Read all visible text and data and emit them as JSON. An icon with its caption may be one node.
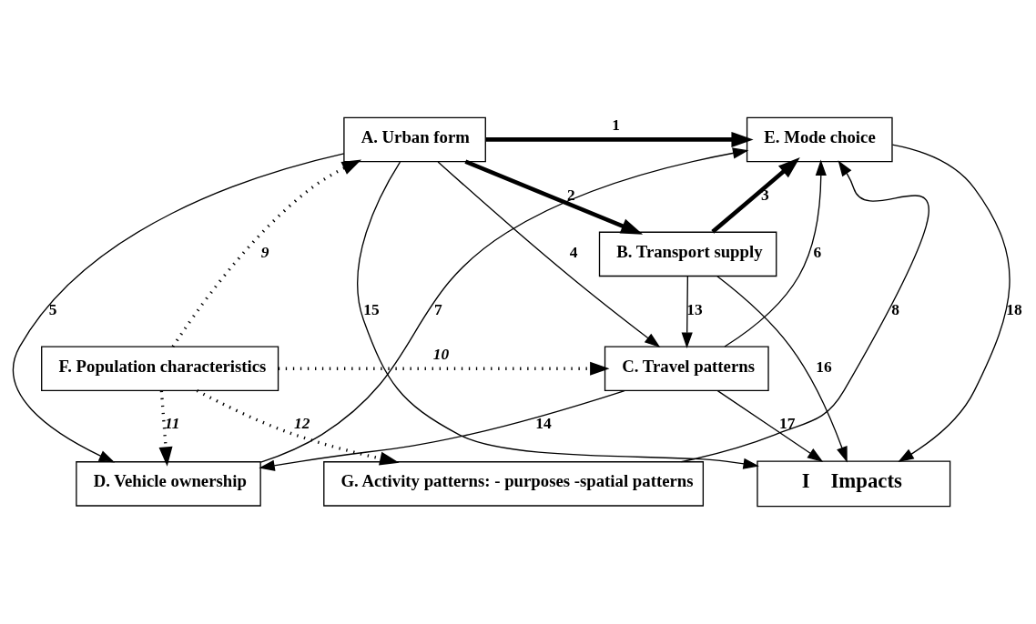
{
  "diagram": {
    "nodes": [
      {
        "text": [
          "A. Urban form"
        ]
      },
      {
        "text": [
          "E. Mode choice"
        ]
      },
      {
        "text": [
          "B. Transport supply"
        ]
      },
      {
        "text": [
          "C. Travel patterns"
        ]
      },
      {
        "text": [
          "F. Population characteristics"
        ]
      },
      {
        "text": [
          "D. Vehicle ownership"
        ]
      },
      {
        "text": [
          "G. Activity patterns: - purposes -spatial patterns"
        ]
      },
      {
        "text": [
          "I    Impacts"
        ]
      }
    ],
    "edges": [
      {
        "from": 0,
        "to": 1,
        "arrow": "to",
        "label": "1",
        "style": "thick"
      },
      {
        "from": 0,
        "to": 2,
        "arrow": "to",
        "label": "2",
        "style": "thick"
      },
      {
        "from": 2,
        "to": 1,
        "arrow": "to",
        "label": "3",
        "style": "thick"
      },
      {
        "from": 0,
        "to": 3,
        "arrow": "to",
        "label": "4"
      },
      {
        "from": 0,
        "to": 5,
        "arrow": "to",
        "label": "5"
      },
      {
        "from": 3,
        "to": 1,
        "arrow": "to",
        "label": "6"
      },
      {
        "from": 5,
        "to": 1,
        "arrow": "to",
        "label": "7"
      },
      {
        "from": 6,
        "to": 1,
        "arrow": "to",
        "label": "8"
      },
      {
        "from": 4,
        "to": 0,
        "arrow": "to",
        "label": "9",
        "style": "dashed"
      },
      {
        "from": 4,
        "to": 3,
        "arrow": "to",
        "label": "10",
        "style": "dashed"
      },
      {
        "from": 4,
        "to": 5,
        "arrow": "to",
        "label": "11",
        "style": "dashed"
      },
      {
        "from": 4,
        "to": 6,
        "arrow": "to",
        "label": "12",
        "style": "dashed"
      },
      {
        "from": 2,
        "to": 3,
        "arrow": "to",
        "label": "13"
      },
      {
        "from": 3,
        "to": 5,
        "arrow": "to",
        "label": "14"
      },
      {
        "from": 0,
        "to": 7,
        "arrow": "to",
        "label": "15"
      },
      {
        "from": 2,
        "to": 7,
        "arrow": "to",
        "label": "16"
      },
      {
        "from": 3,
        "to": 7,
        "arrow": "to",
        "label": "17"
      },
      {
        "from": 1,
        "to": 7,
        "arrow": "to",
        "label": "18"
      }
    ]
  }
}
